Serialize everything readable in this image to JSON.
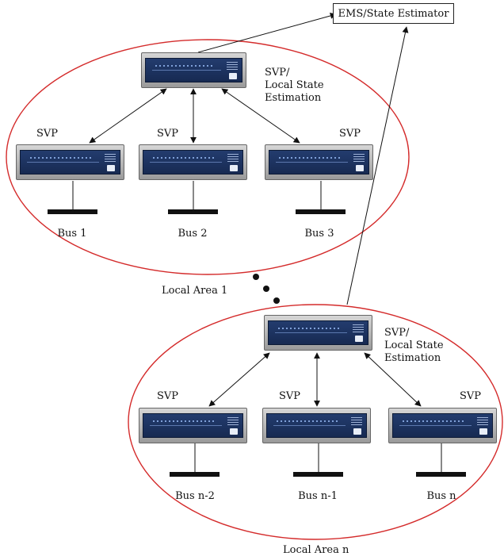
{
  "ems": {
    "label": "EMS/State Estimator"
  },
  "area1": {
    "name": "Local Area 1",
    "top_device_label_line1": "SVP/",
    "top_device_label_line2": "Local State",
    "top_device_label_line3": "Estimation",
    "nodes": [
      {
        "svp_label": "SVP",
        "bus_label": "Bus 1"
      },
      {
        "svp_label": "SVP",
        "bus_label": "Bus 2"
      },
      {
        "svp_label": "SVP",
        "bus_label": "Bus 3"
      }
    ]
  },
  "arean": {
    "name": "Local Area n",
    "top_device_label_line1": "SVP/",
    "top_device_label_line2": "Local State",
    "top_device_label_line3": "Estimation",
    "nodes": [
      {
        "svp_label": "SVP",
        "bus_label": "Bus n-2"
      },
      {
        "svp_label": "SVP",
        "bus_label": "Bus n-1"
      },
      {
        "svp_label": "SVP",
        "bus_label": "Bus n"
      }
    ]
  },
  "colors": {
    "area_outline": "#d42b2b",
    "connector": "#111111",
    "device_panel": "#1f3566",
    "device_chassis": "#b4b4b4"
  }
}
